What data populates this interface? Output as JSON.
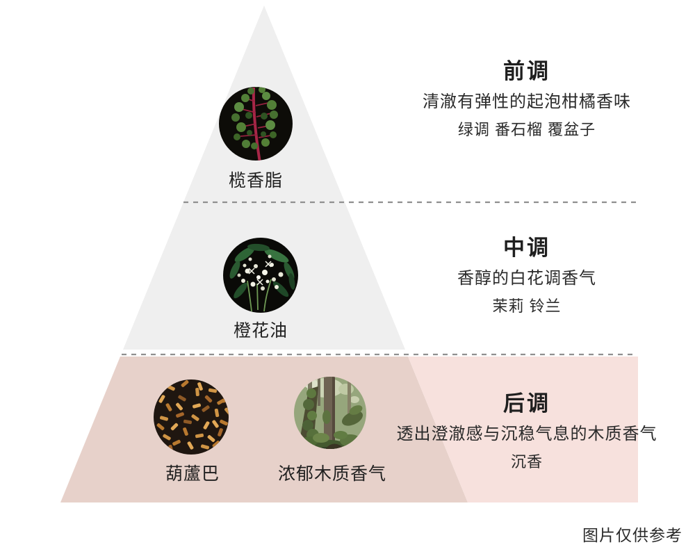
{
  "caption": {
    "text": "图片仅供参考"
  },
  "colors": {
    "bg": "#ffffff",
    "top_fill": "#efefef",
    "base_inner": "#e7d1ca",
    "base_outer": "#f7e1dd",
    "divider": "#8f8f8f",
    "text_primary": "#1f1f1f",
    "text_secondary": "#2a2a2a"
  },
  "pyramid": {
    "sections": [
      {
        "id": "top-notes",
        "title": "前调",
        "description": "清澈有弹性的起泡柑橘香味",
        "notes": "绿调 番石榴 覆盆子",
        "ingredients": [
          {
            "name": "榄香脂",
            "icon": "elemi-plant-photo"
          }
        ]
      },
      {
        "id": "middle-notes",
        "title": "中调",
        "description": "香醇的白花调香气",
        "notes": "茉莉 铃兰",
        "ingredients": [
          {
            "name": "橙花油",
            "icon": "neroli-blossom-photo"
          }
        ]
      },
      {
        "id": "base-notes",
        "title": "后调",
        "description": "透出澄澈感与沉稳气息的木质香气",
        "notes": "沉香",
        "ingredients": [
          {
            "name": "葫蘆巴",
            "icon": "fenugreek-seeds-photo"
          },
          {
            "name": "浓郁木质香气",
            "icon": "forest-woods-photo"
          }
        ]
      }
    ]
  }
}
